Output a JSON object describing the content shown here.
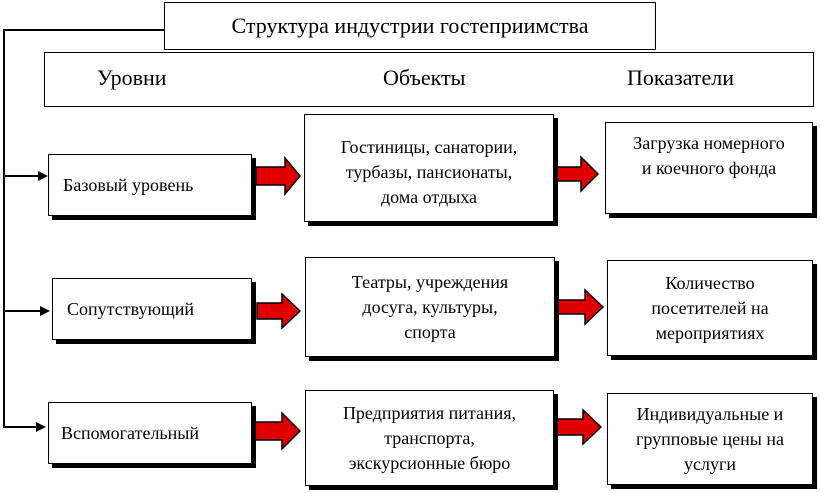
{
  "title": "Структура индустрии гостеприимства",
  "headers": {
    "levels": "Уровни",
    "objects": "Объекты",
    "indicators": "Показатели"
  },
  "rows": [
    {
      "level": "Базовый уровень",
      "objects": [
        "Гостиницы, санатории,",
        "турбазы, пансионаты,",
        "дома отдыха"
      ],
      "indicators": [
        "Загрузка номерного",
        "и коечного фонда"
      ]
    },
    {
      "level": "Сопутствующий",
      "objects": [
        "Театры, учреждения",
        "досуга, культуры,",
        "спорта"
      ],
      "indicators": [
        "Количество",
        "посетителей на",
        "мероприятиях"
      ]
    },
    {
      "level": "Вспомогательный",
      "objects": [
        "Предприятия питания,",
        "транспорта,",
        "экскурсионные бюро"
      ],
      "indicators": [
        "Индивидуальные и",
        "групповые цены на",
        "услуги"
      ]
    }
  ],
  "colors": {
    "arrow_fill": "#e00000",
    "line": "#000000"
  }
}
